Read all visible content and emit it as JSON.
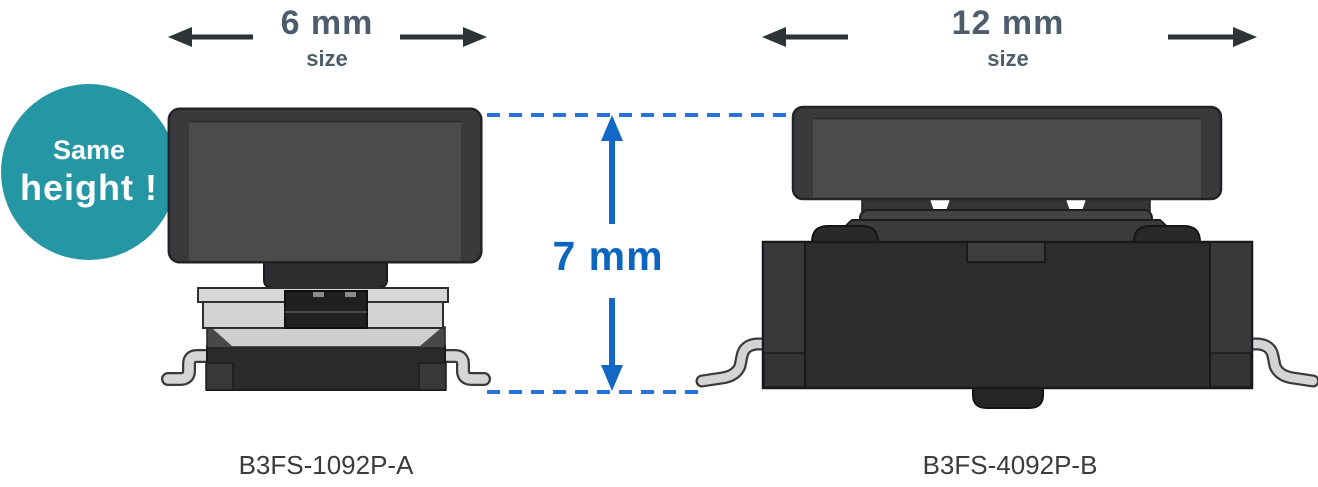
{
  "badge": {
    "line1": "Same",
    "line2": "height !",
    "bg_color": "#2596a4",
    "text_color": "#ffffff"
  },
  "dimensions": {
    "left_width": {
      "value": "6 mm",
      "sublabel": "size"
    },
    "right_width": {
      "value": "12 mm",
      "sublabel": "size"
    },
    "height": {
      "value": "7 mm"
    }
  },
  "models": {
    "left": "B3FS-1092P-A",
    "right": "B3FS-4092P-B"
  },
  "colors": {
    "badge_teal": "#2596a4",
    "dimension_text": "#4d5d6b",
    "dimension_arrow": "#2e3338",
    "height_text": "#0c66bf",
    "height_arrow": "#1268c4",
    "dashed_reference_line": "#2673dc",
    "model_text": "#3b3b3b",
    "switch_cap": "#4b4b4e",
    "switch_body_dark": "#2b2b2d",
    "switch_metal_light": "#d6d6d6"
  }
}
